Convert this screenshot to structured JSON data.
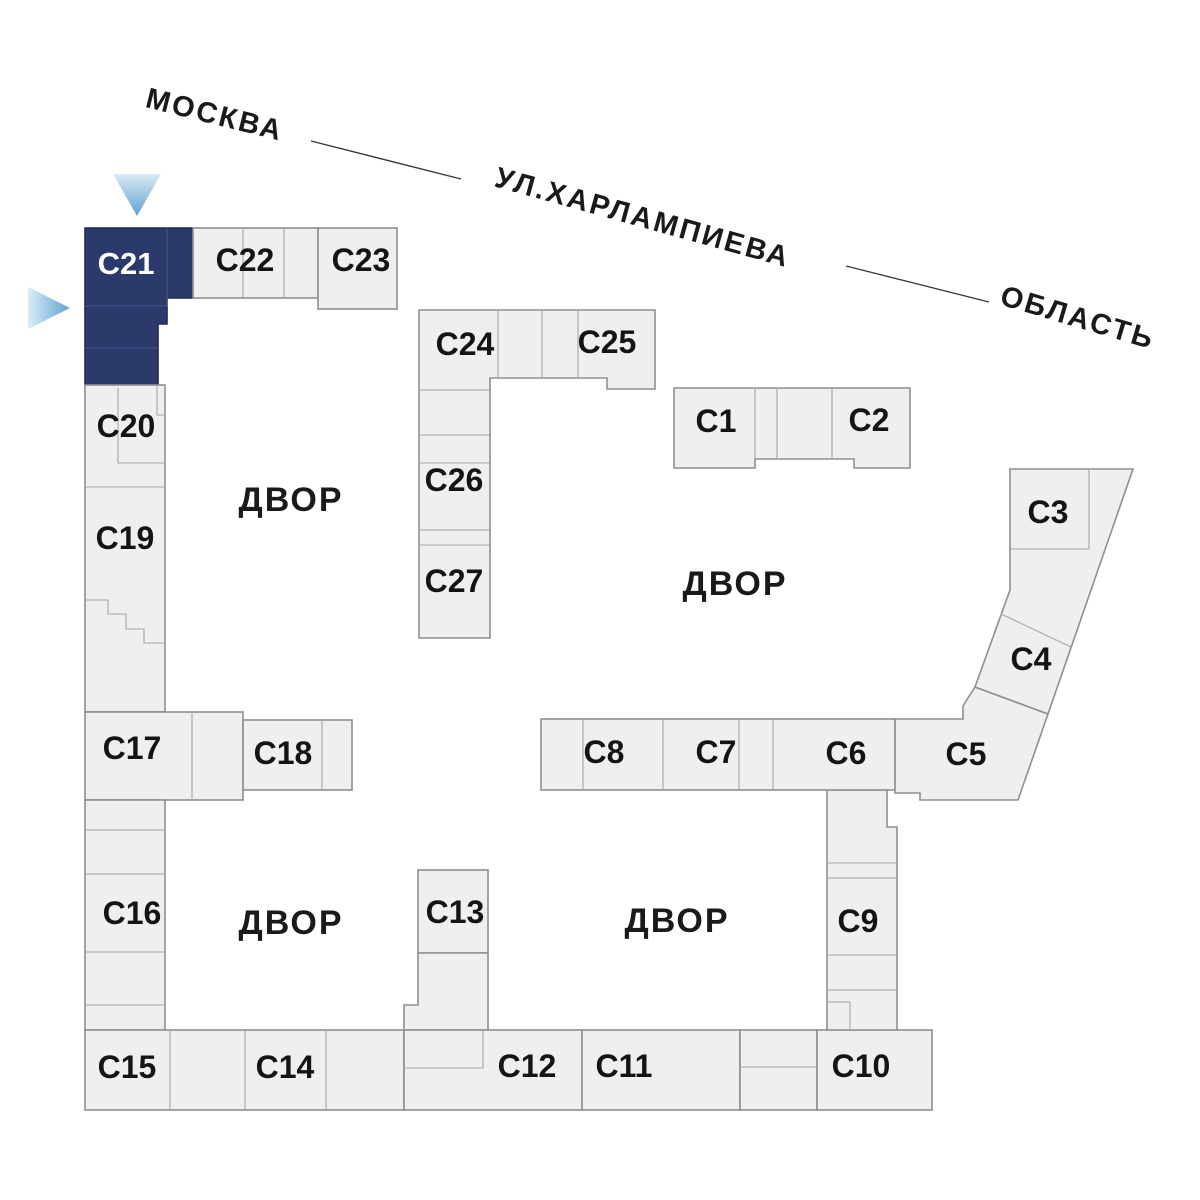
{
  "colors": {
    "highlight": "#2c3a6b",
    "building_fill": "#efefee",
    "outline": "#8f8f8f",
    "divider": "#a5a5a5",
    "label": "#141414",
    "highlight_label": "#ffffff",
    "arrow_from": "#d9ebf7",
    "arrow_to": "#5fa3cd"
  },
  "streets": {
    "city": "МОСКВА",
    "street": "УЛ.ХАРЛАМПИЕВА",
    "region": "ОБЛАСТЬ"
  },
  "courtyards": [
    {
      "label": "ДВОР"
    },
    {
      "label": "ДВОР"
    },
    {
      "label": "ДВОР"
    },
    {
      "label": "ДВОР"
    }
  ],
  "buildings": [
    {
      "id": "С1",
      "highlighted": false
    },
    {
      "id": "С2",
      "highlighted": false
    },
    {
      "id": "С3",
      "highlighted": false
    },
    {
      "id": "С4",
      "highlighted": false
    },
    {
      "id": "С5",
      "highlighted": false
    },
    {
      "id": "С6",
      "highlighted": false
    },
    {
      "id": "С7",
      "highlighted": false
    },
    {
      "id": "С8",
      "highlighted": false
    },
    {
      "id": "С9",
      "highlighted": false
    },
    {
      "id": "С10",
      "highlighted": false
    },
    {
      "id": "С11",
      "highlighted": false
    },
    {
      "id": "С12",
      "highlighted": false
    },
    {
      "id": "С13",
      "highlighted": false
    },
    {
      "id": "С14",
      "highlighted": false
    },
    {
      "id": "С15",
      "highlighted": false
    },
    {
      "id": "С16",
      "highlighted": false
    },
    {
      "id": "С17",
      "highlighted": false
    },
    {
      "id": "С18",
      "highlighted": false
    },
    {
      "id": "С19",
      "highlighted": false
    },
    {
      "id": "С20",
      "highlighted": false
    },
    {
      "id": "С21",
      "highlighted": true
    },
    {
      "id": "С22",
      "highlighted": false
    },
    {
      "id": "С23",
      "highlighted": false
    },
    {
      "id": "С24",
      "highlighted": false
    },
    {
      "id": "С25",
      "highlighted": false
    },
    {
      "id": "С26",
      "highlighted": false
    },
    {
      "id": "С27",
      "highlighted": false
    }
  ]
}
